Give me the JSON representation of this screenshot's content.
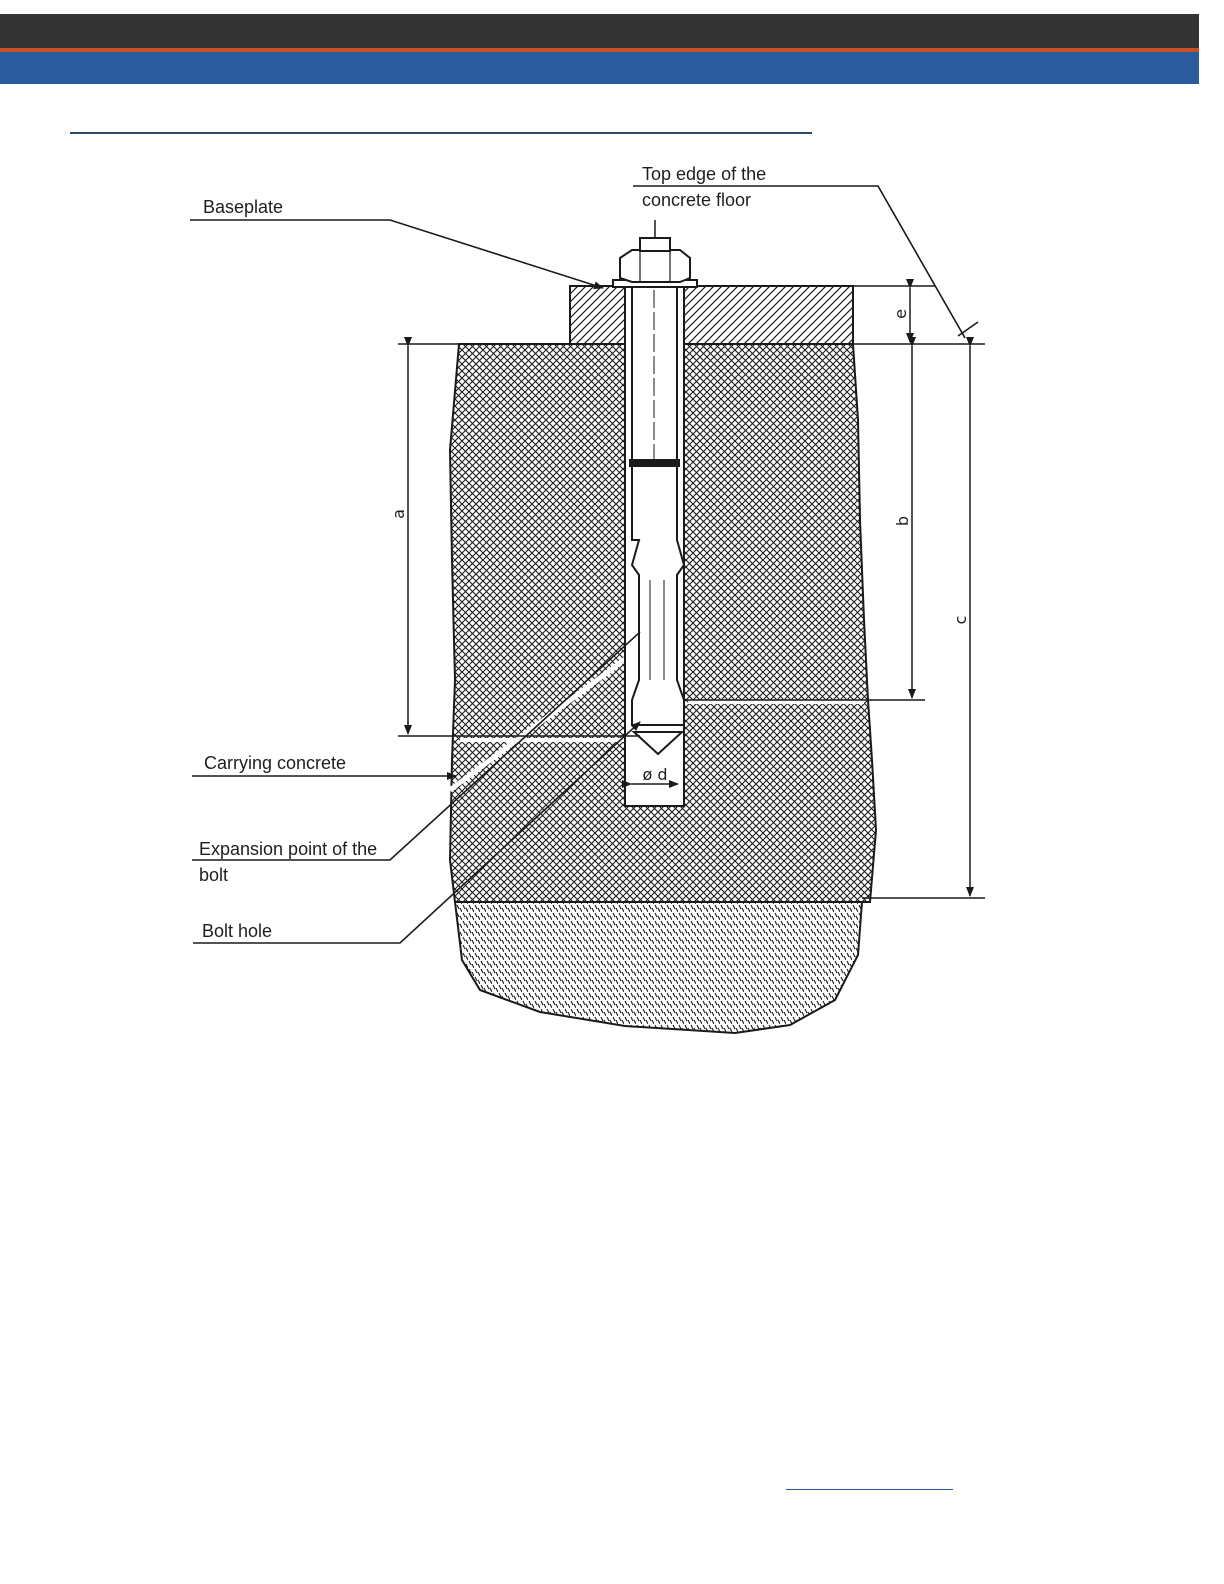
{
  "labels": {
    "top_edge_line1": "Top edge of the",
    "top_edge_line2": "concrete floor",
    "baseplate": "Baseplate",
    "carrying_concrete": "Carrying concrete",
    "expansion_line1": "Expansion point of the",
    "expansion_line2": "bolt",
    "bolt_hole": "Bolt hole"
  },
  "dimensions": {
    "a": "a",
    "b": "b",
    "c": "c",
    "e": "e",
    "d": "ø d"
  },
  "colors": {
    "header_dark": "#343334",
    "header_accent": "#c8512a",
    "header_blue": "#2a5b9c"
  }
}
